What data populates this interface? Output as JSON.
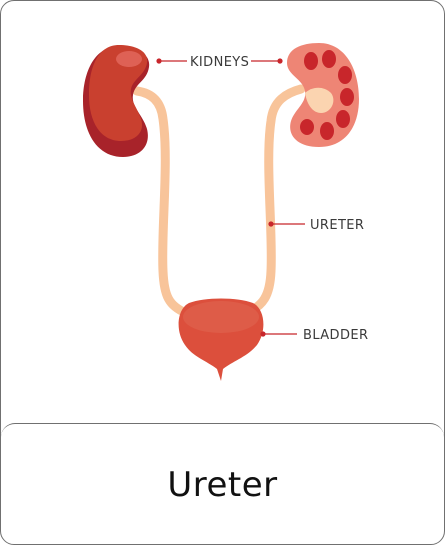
{
  "labels": {
    "kidneys": "KIDNEYS",
    "ureter": "URETER",
    "bladder": "BLADDER"
  },
  "caption": "Ureter",
  "colors": {
    "kidney_exterior": "#c0312f",
    "kidney_interior": "#ee8575",
    "ureter": "#f8c49a",
    "bladder": "#dc4f3c",
    "pointer": "#c8262b"
  }
}
